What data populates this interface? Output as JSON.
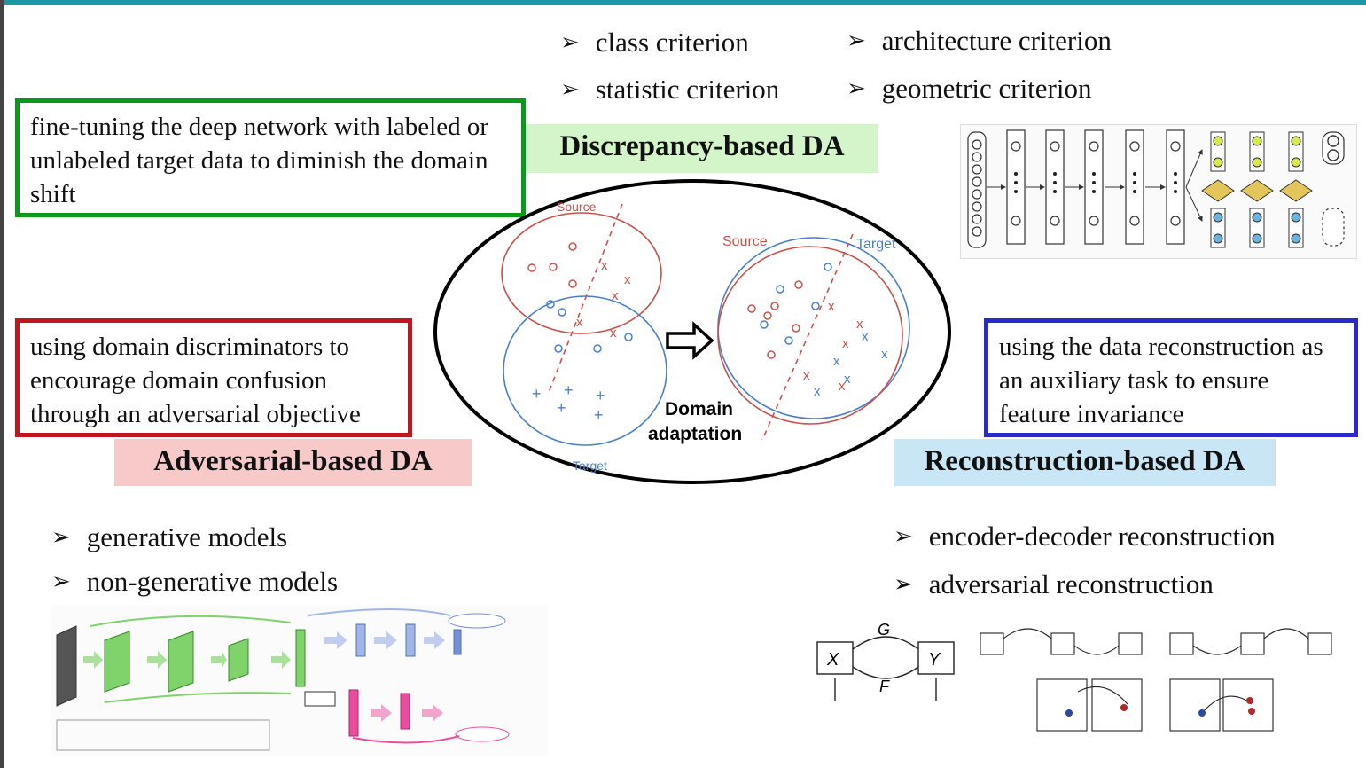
{
  "discrepancy": {
    "criteria": [
      "class criterion",
      "statistic criterion",
      "architecture criterion",
      "geometric criterion"
    ],
    "box_text": "fine-tuning the deep network with labeled or unlabeled target data to diminish the domain shift",
    "label": "Discrepancy-based DA"
  },
  "adversarial": {
    "box_text": "using domain discriminators to encourage domain confusion through an adversarial objective",
    "label": "Adversarial-based DA",
    "criteria": [
      "generative models",
      "non-generative models"
    ]
  },
  "reconstruction": {
    "box_text": "using the data reconstruction as an auxiliary task to ensure feature invariance",
    "label": "Reconstruction-based DA",
    "criteria": [
      "encoder-decoder reconstruction",
      "adversarial reconstruction"
    ]
  },
  "center": {
    "source_left": "Source",
    "target_left": "Target",
    "source_right": "Source",
    "target_right": "Target",
    "caption_line1": "Domain",
    "caption_line2": "adaptation"
  },
  "arrow_glyph": "➢",
  "colors": {
    "green": "#0a9a1a",
    "red": "#c0161e",
    "blue": "#2a2ac8",
    "discrepancy_bg": "#d4f5c9",
    "adversarial_bg": "#f7c9c9",
    "reconstruction_bg": "#c9e6f7"
  }
}
